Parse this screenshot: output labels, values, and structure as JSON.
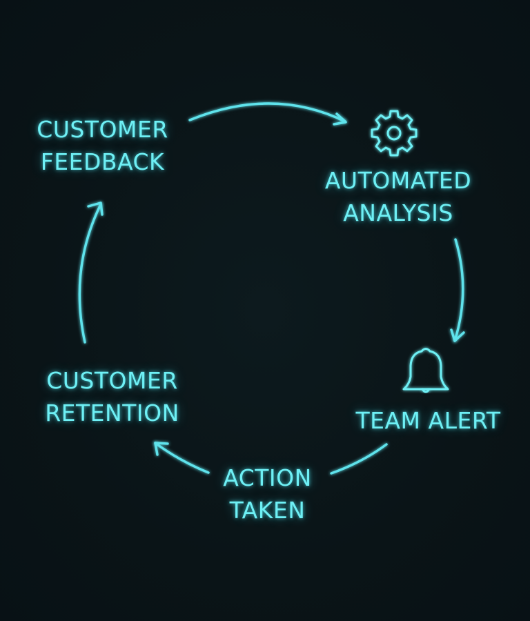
{
  "diagram": {
    "type": "cycle",
    "accent_color": "#6ef0f5",
    "background_color": "#0a1417",
    "nodes": [
      {
        "id": "feedback",
        "lines": [
          "CUSTOMER",
          "FEEDBACK"
        ],
        "icon": null
      },
      {
        "id": "analysis",
        "lines": [
          "AUTOMATED",
          "ANALYSIS"
        ],
        "icon": "gear-icon"
      },
      {
        "id": "alert",
        "lines": [
          "TEAM ALERT"
        ],
        "icon": "bell-icon"
      },
      {
        "id": "action",
        "lines": [
          "ACTION",
          "TAKEN"
        ],
        "icon": null
      },
      {
        "id": "retention",
        "lines": [
          "CUSTOMER",
          "RETENTION"
        ],
        "icon": null
      }
    ],
    "edges": [
      {
        "from": "feedback",
        "to": "analysis"
      },
      {
        "from": "analysis",
        "to": "alert"
      },
      {
        "from": "alert",
        "to": "action"
      },
      {
        "from": "action",
        "to": "retention"
      },
      {
        "from": "retention",
        "to": "feedback"
      }
    ]
  }
}
